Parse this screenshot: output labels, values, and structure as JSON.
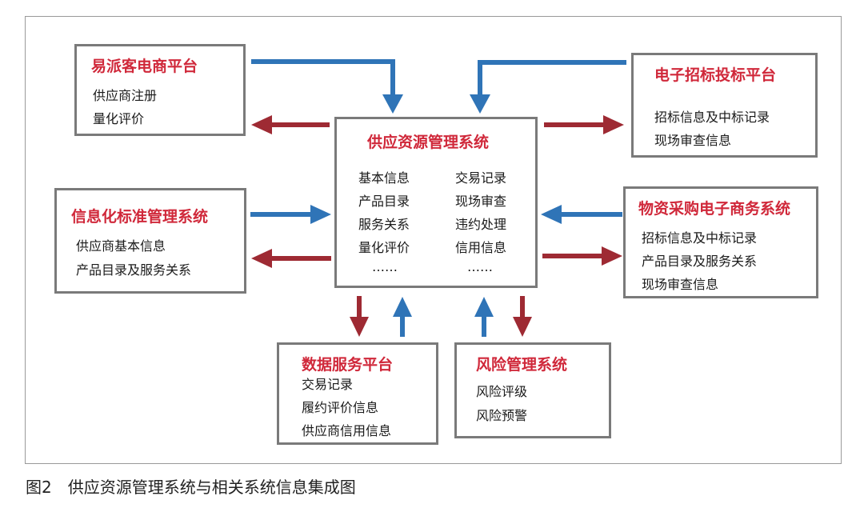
{
  "colors": {
    "inflow_arrow": "#2f74b7",
    "outflow_arrow": "#9e2a33",
    "title_text": "#d0283a",
    "box_border": "#7a7a7a"
  },
  "center": {
    "title": "供应资源管理系统",
    "left_items": [
      "基本信息",
      "产品目录",
      "服务关系",
      "量化评价",
      "……"
    ],
    "right_items": [
      "交易记录",
      "现场审查",
      "违约处理",
      "信用信息",
      "……"
    ]
  },
  "yipaike": {
    "title": "易派客电商平台",
    "items": [
      "供应商注册",
      "量化评价"
    ]
  },
  "bidding": {
    "title": "电子招标投标平台",
    "items": [
      "招标信息及中标记录",
      "现场审查信息"
    ]
  },
  "standard": {
    "title": "信息化标准管理系统",
    "items": [
      "供应商基本信息",
      "产品目录及服务关系"
    ]
  },
  "procurement": {
    "title": "物资采购电子商务系统",
    "items": [
      "招标信息及中标记录",
      "产品目录及服务关系",
      "现场审查信息"
    ]
  },
  "dataservice": {
    "title": "数据服务平台",
    "items": [
      "交易记录",
      "履约评价信息",
      "供应商信用信息"
    ]
  },
  "risk": {
    "title": "风险管理系统",
    "items": [
      "风险评级",
      "风险预警"
    ]
  },
  "caption": "图2　供应资源管理系统与相关系统信息集成图"
}
